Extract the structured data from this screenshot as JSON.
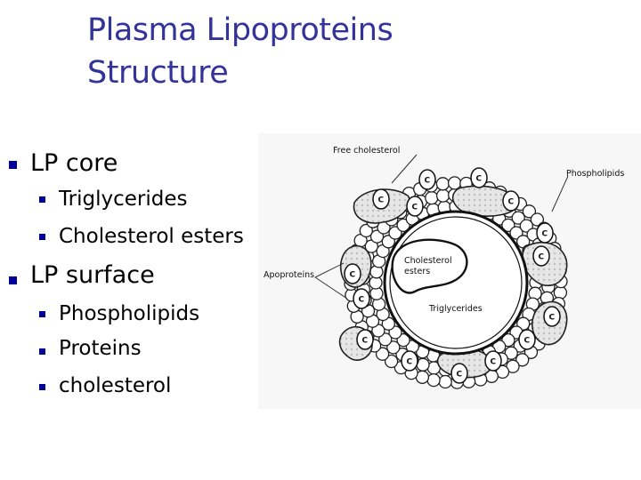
{
  "title": {
    "line1": "Plasma Lipoproteins",
    "line2": "Structure"
  },
  "bullets": [
    {
      "label": "LP core",
      "children": [
        "Triglycerides",
        "Cholesterol esters"
      ]
    },
    {
      "label": "LP surface",
      "children": [
        "Phospholipids",
        "Proteins",
        "cholesterol"
      ]
    }
  ],
  "diagram": {
    "free_cholesterol": "Free cholesterol",
    "phospholipids": "Phospholipids",
    "apoproteins": "Apoproteins",
    "cholesterol_esters_line1": "Cholesterol",
    "cholesterol_esters_line2": "esters",
    "triglycerides": "Triglycerides",
    "c_marker": "C"
  },
  "colors": {
    "title": "#333399",
    "bullet": "#000099"
  }
}
